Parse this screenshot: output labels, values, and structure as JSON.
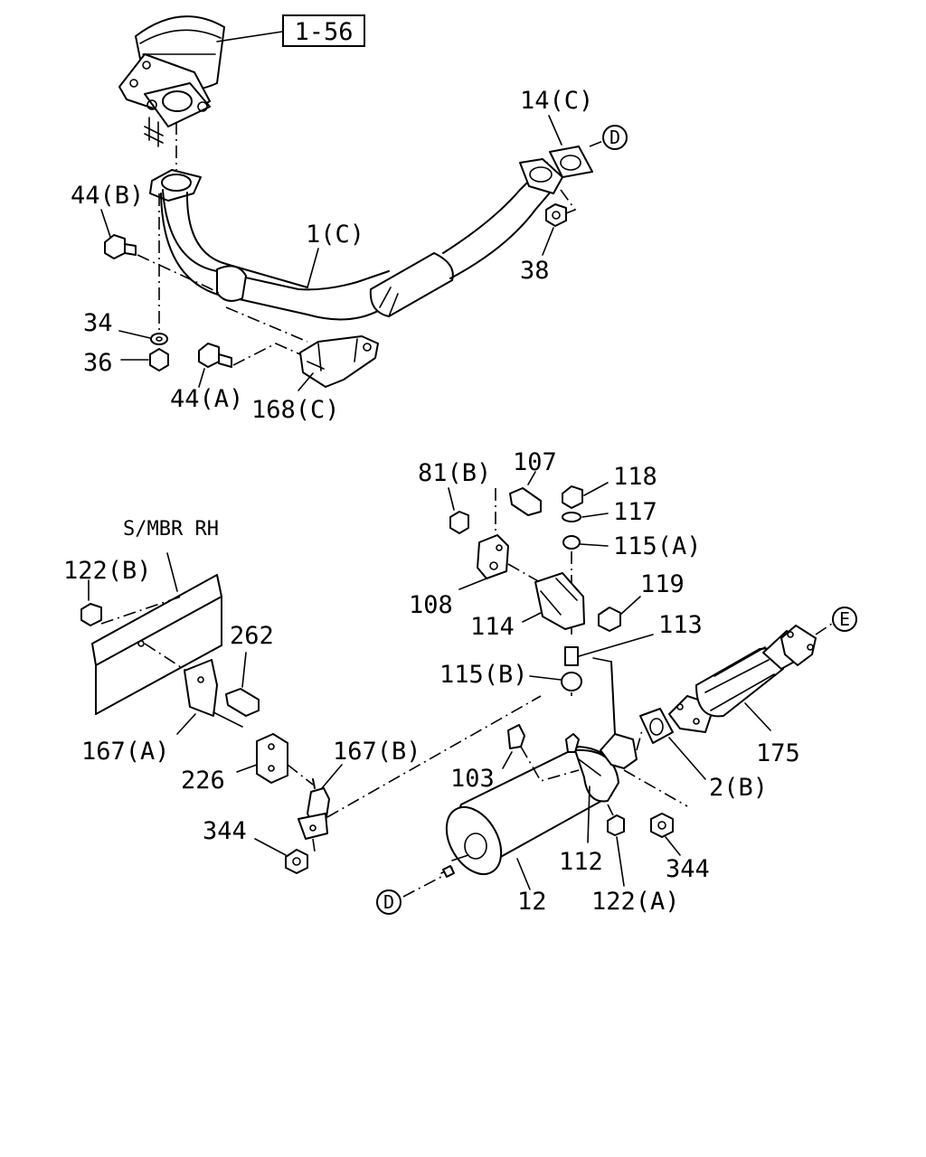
{
  "diagram": {
    "reference_box": "1-56",
    "frame_label": "S/MBR RH",
    "connectors": {
      "d_top": "D",
      "d_bottom": "D",
      "e": "E"
    },
    "callouts": {
      "p14c": "14(C)",
      "p44b": "44(B)",
      "p1c": "1(C)",
      "p38": "38",
      "p34": "34",
      "p36": "36",
      "p44a": "44(A)",
      "p168c": "168(C)",
      "p81b": "81(B)",
      "p107": "107",
      "p118": "118",
      "p117": "117",
      "p115a": "115(A)",
      "p119": "119",
      "p108": "108",
      "p114": "114",
      "p113": "113",
      "p115b": "115(B)",
      "p122b": "122(B)",
      "p262": "262",
      "p167a": "167(A)",
      "p226": "226",
      "p167b": "167(B)",
      "p344l": "344",
      "p103": "103",
      "p2b": "2(B)",
      "p175": "175",
      "p112": "112",
      "p344r": "344",
      "p12": "12",
      "p122a": "122(A)"
    }
  }
}
